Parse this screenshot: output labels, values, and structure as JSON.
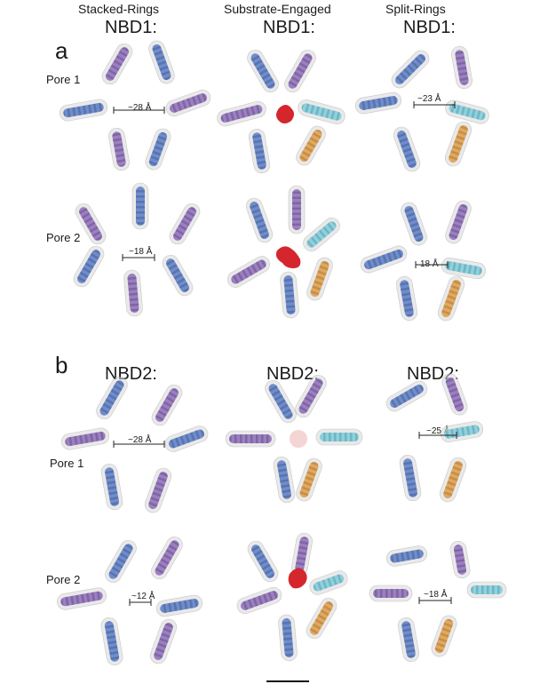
{
  "columns": {
    "stacked": "Stacked-Rings",
    "engaged": "Substrate-Engaged",
    "split": "Split-Rings"
  },
  "panels": {
    "a": {
      "letter": "a",
      "titles": [
        "NBD1:",
        "NBD1:",
        "NBD1:"
      ],
      "pore1_label": "Pore 1",
      "pore2_label": "Pore 2",
      "distances": {
        "stacked_pore1": "~28 Å",
        "split_pore1": "~23 Å",
        "stacked_pore2": "~18 Å",
        "split_pore2": "18 Å"
      }
    },
    "b": {
      "letter": "b",
      "titles": [
        "NBD2:",
        "NBD2:",
        "NBD2:"
      ],
      "pore1_label": "Pore 1",
      "pore2_label": "Pore 2",
      "distances": {
        "stacked_pore1": "~28 Å",
        "split_pore1": "~25 Å",
        "stacked_pore2": "~12 Å",
        "split_pore2": "~18 Å"
      }
    }
  },
  "colors": {
    "purple": "#9b7fc0",
    "blue": "#6f8ccb",
    "cyan": "#8fd0dc",
    "orange": "#e0a860",
    "substrate": "#d4262c",
    "density": "#d8d8d8"
  }
}
